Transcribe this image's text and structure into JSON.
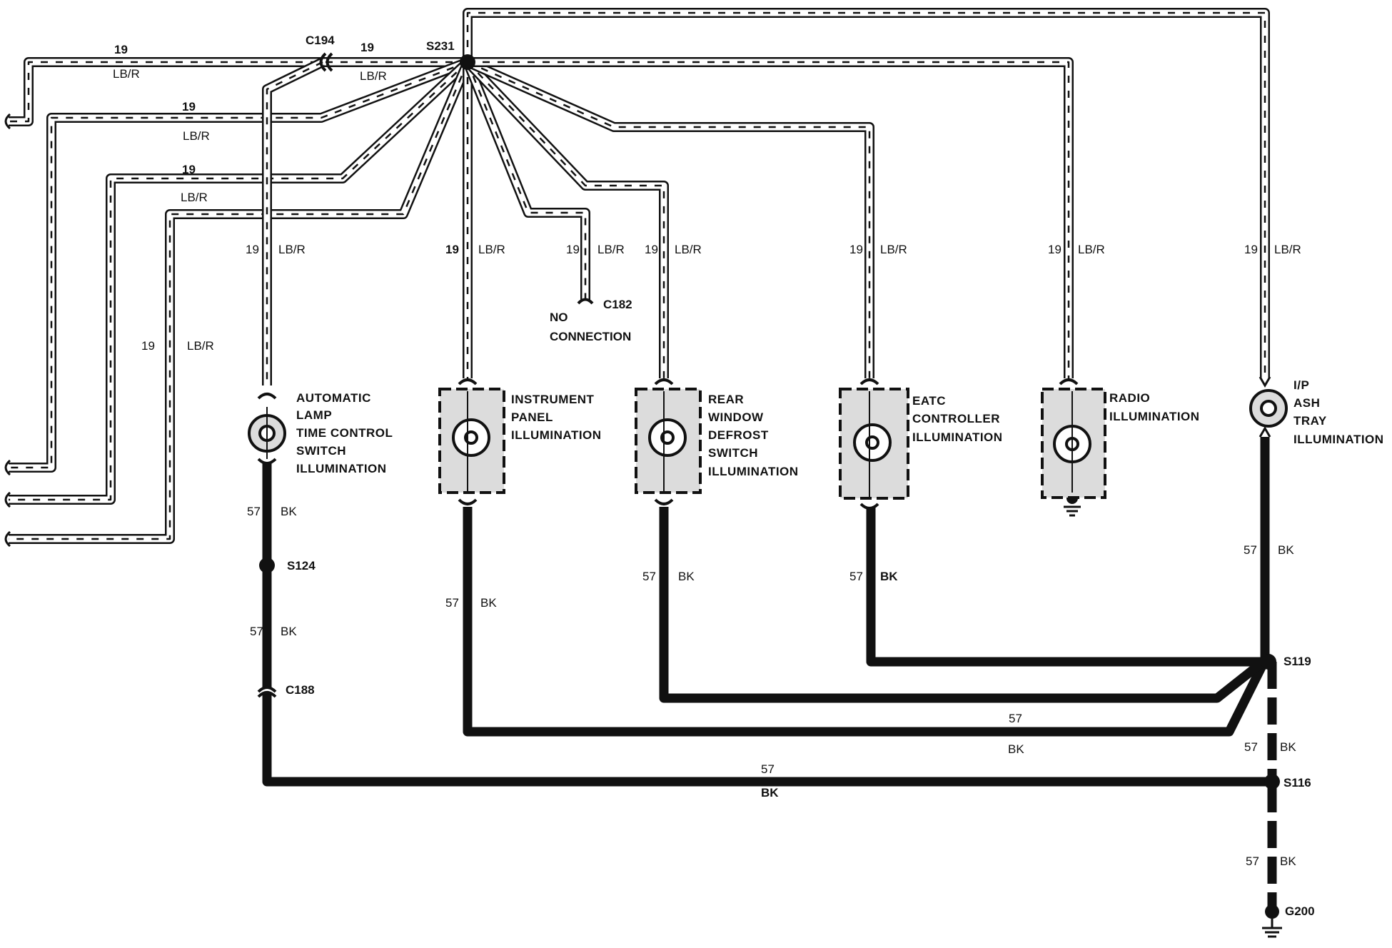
{
  "diagram": {
    "splices": {
      "s231": "S231",
      "s124": "S124",
      "s119": "S119",
      "s116": "S116"
    },
    "connectors": {
      "c194": "C194",
      "c182": "C182",
      "c188": "C188"
    },
    "grounds": {
      "g200": "G200"
    },
    "no_connection": [
      "NO",
      "CONNECTION"
    ],
    "wire_labels": {
      "circuit_19": "19",
      "color_lbr": "LB/R",
      "circuit_57": "57",
      "color_bk": "BK"
    },
    "components": {
      "auto_lamp": [
        "AUTOMATIC",
        "LAMP",
        "TIME CONTROL",
        "SWITCH",
        "ILLUMINATION"
      ],
      "instrument_panel": [
        "INSTRUMENT",
        "PANEL",
        "ILLUMINATION"
      ],
      "rear_defrost": [
        "REAR",
        "WINDOW",
        "DEFROST",
        "SWITCH",
        "ILLUMINATION"
      ],
      "eatc": [
        "EATC",
        "CONTROLLER",
        "ILLUMINATION"
      ],
      "radio": [
        "RADIO",
        "ILLUMINATION"
      ],
      "ash_tray": [
        "I/P",
        "ASH",
        "TRAY",
        "ILLUMINATION"
      ]
    }
  }
}
